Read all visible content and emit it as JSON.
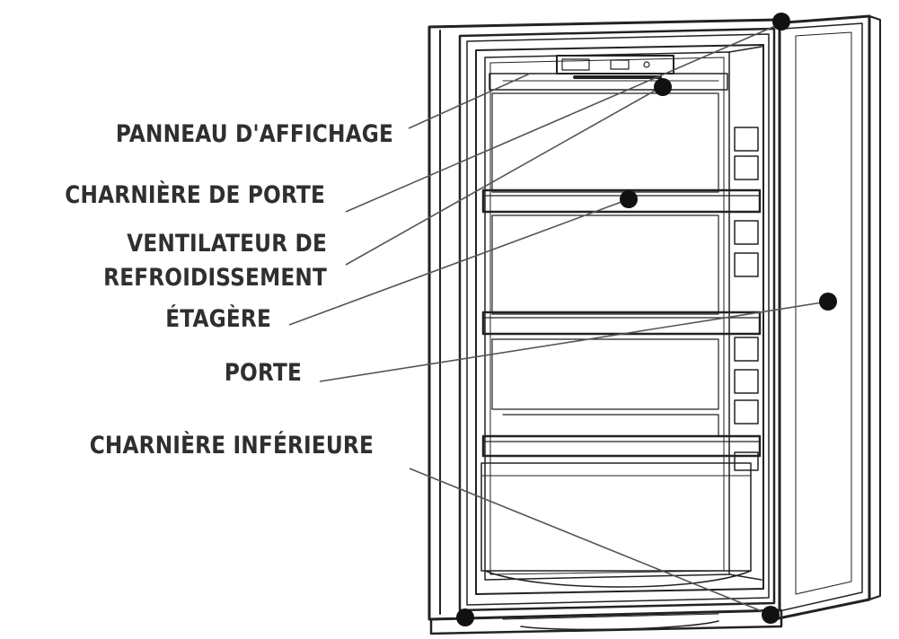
{
  "labels": {
    "display_panel": "PANNEAU D'AFFICHAGE",
    "door_hinge": "CHARNIÈRE DE PORTE",
    "fan_line1": "VENTILATEUR DE",
    "fan_line2": "REFROIDISSEMENT",
    "shelf": "ÉTAGÈRE",
    "door": "PORTE",
    "bottom_hinge": "CHARNIÈRE INFÉRIEURE"
  },
  "colors": {
    "text": "#2f2f2f",
    "line": "#555555",
    "outline": "#222222",
    "marker": "#111111"
  }
}
